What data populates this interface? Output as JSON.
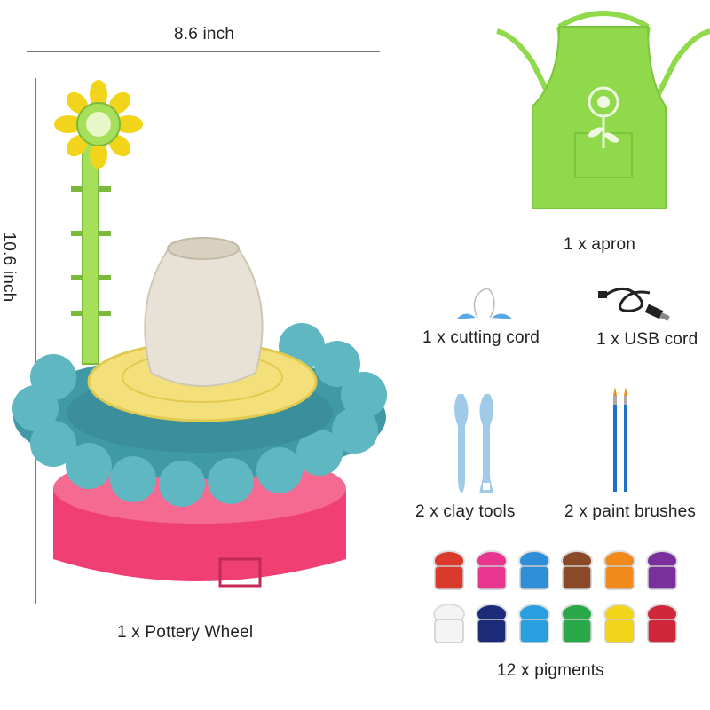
{
  "dimensions": {
    "width_label": "8.6 inch",
    "height_label": "10.6 inch"
  },
  "items": {
    "pottery_wheel": {
      "label": "1 x Pottery Wheel"
    },
    "apron": {
      "label": "1 x apron"
    },
    "cutting_cord": {
      "label": "1 x cutting cord"
    },
    "usb_cord": {
      "label": "1 x USB cord"
    },
    "clay_tools": {
      "label": "2 x clay tools"
    },
    "paint_brushes": {
      "label": "2 x paint brushes"
    },
    "pigments": {
      "label": "12 x pigments"
    }
  },
  "colors": {
    "apron_green": "#8fd94a",
    "wheel_pink": "#ef3f73",
    "tray_teal": "#3f9aa6",
    "turntable_yellow": "#f3e07a",
    "clay_white": "#e8e2d6",
    "sunflower_green": "#a6e05a",
    "tool_blue": "#9fcbe8"
  },
  "pigment_colors": [
    "#d93a2b",
    "#e8358f",
    "#2e8fd8",
    "#8a4a2a",
    "#f08a1a",
    "#7b2f9c",
    "#f4f4f4",
    "#1c2a7a",
    "#2a9fe0",
    "#2aa84a",
    "#f2d51a",
    "#d0283a"
  ]
}
